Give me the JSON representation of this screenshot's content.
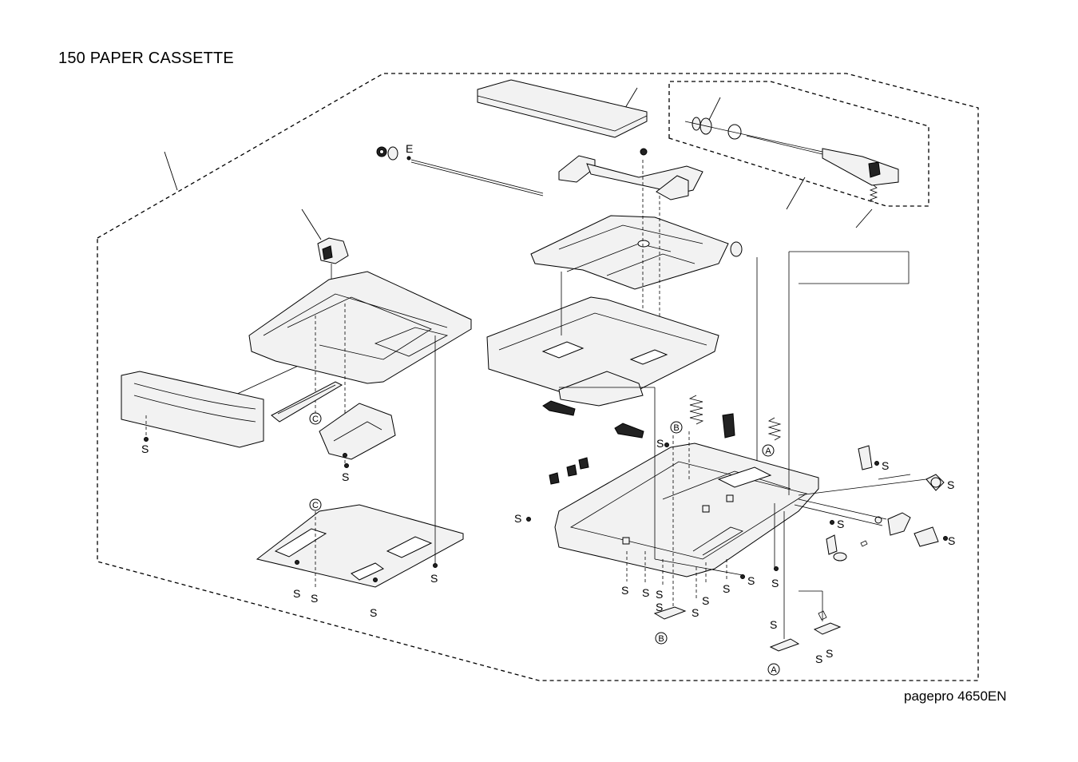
{
  "header": {
    "title": "150 PAPER CASSETTE"
  },
  "footer": {
    "model": "pagepro 4650EN"
  },
  "labels": {
    "screw": "S",
    "e_ring": "E",
    "ref_a": "A",
    "ref_b": "B",
    "ref_c": "C"
  }
}
